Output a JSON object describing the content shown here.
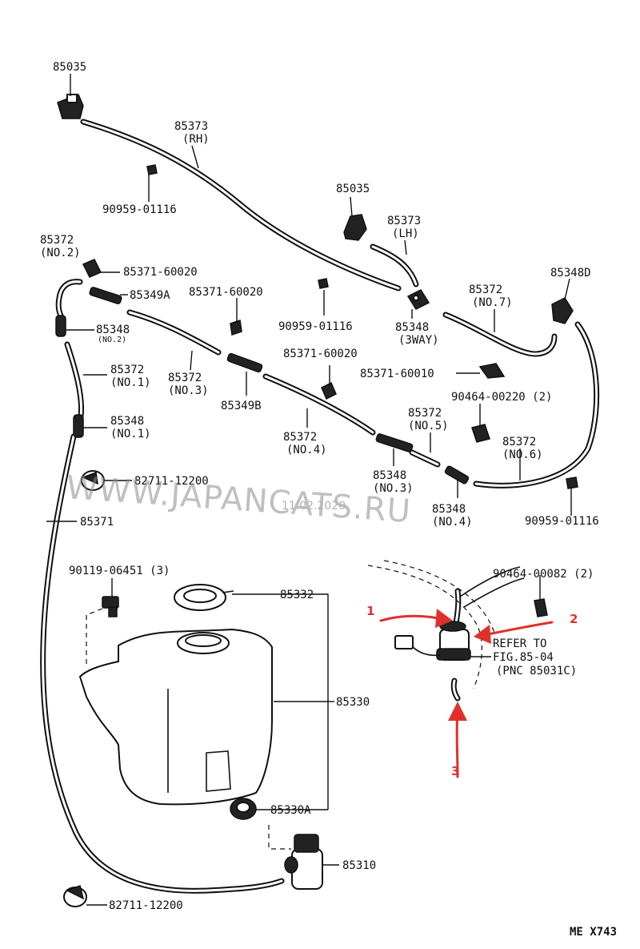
{
  "watermark": {
    "text": "WWW.JAPANCATS.RU",
    "date": "11.02.2020"
  },
  "figure_code": "ME X743",
  "annotations": [
    "1",
    "2",
    "3"
  ],
  "labels": {
    "nozzle_top_left": "85035",
    "hose_rh_code": "85373",
    "hose_rh_side": "(RH)",
    "clip_top_left": "90959-01116",
    "nozzle_center": "85035",
    "hose_lh_code": "85373",
    "hose_lh_side": "(LH)",
    "hose_no2_code": "85372",
    "hose_no2_sub": "(NO.2)",
    "clamp_upper_a": "85371-60020",
    "joint_85349a": "85349A",
    "clamp_upper_b": "85371-60020",
    "clip_center": "90959-01116",
    "check_no2_code": "85348",
    "check_no2_sub": "(NO.2)",
    "three_way_code": "85348",
    "three_way_sub": "(3WAY)",
    "hose_no7_code": "85372",
    "hose_no7_sub": "(NO.7)",
    "nozzle_right": "85348D",
    "hose_no1_code": "85372",
    "hose_no1_sub": "(NO.1)",
    "hose_no3_code": "85372",
    "hose_no3_sub": "(NO.3)",
    "clamp_center": "85371-60020",
    "clamp_60010": "85371-60010",
    "joint_85349b": "85349B",
    "clip_00220": "90464-00220 (2)",
    "check_no1_code": "85348",
    "check_no1_sub": "(NO.1)",
    "hose_no4_code": "85372",
    "hose_no4_sub": "(NO.4)",
    "hose_no5_code": "85372",
    "hose_no5_sub": "(NO.5)",
    "hose_no6_code": "85372",
    "hose_no6_sub": "(NO.6)",
    "clamp_upper_left": "82711-12200",
    "check_no3_code": "85348",
    "check_no3_sub": "(NO.3)",
    "check_no4_code": "85348",
    "check_no4_sub": "(NO.4)",
    "clip_right": "90959-01116",
    "hose_long": "85371",
    "bolt": "90119-06451 (3)",
    "clip_00082": "90464-00082 (2)",
    "cap": "85332",
    "refer_line1": "REFER TO",
    "refer_line2": "FIG.85-04",
    "refer_line3": "(PNC 85031C)",
    "tank": "85330",
    "grommet": "85330A",
    "pump": "85310",
    "clamp_bottom": "82711-12200"
  }
}
